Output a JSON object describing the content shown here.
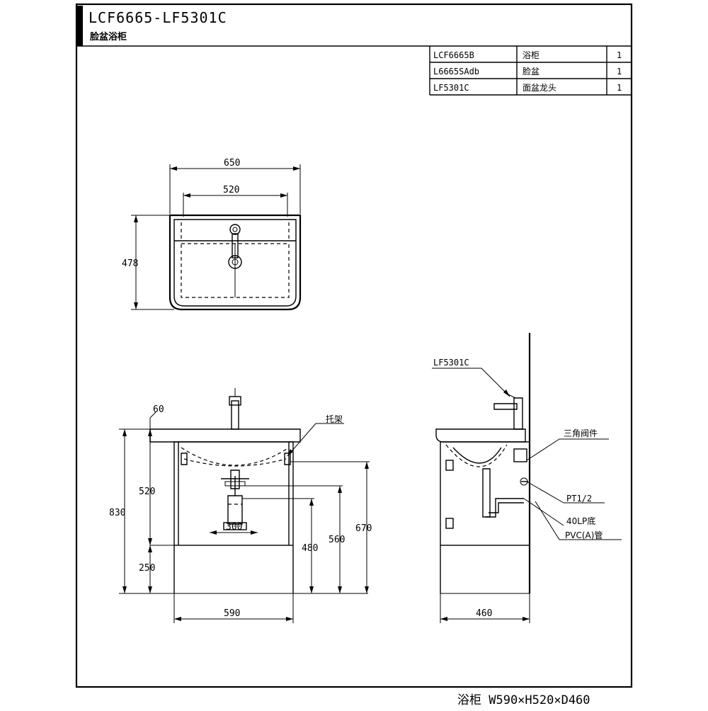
{
  "title_block": {
    "model": "LCF6665-LF5301C",
    "subtitle": "脸盆浴柜"
  },
  "parts_table": {
    "rows": [
      {
        "code": "LCF6665B",
        "name": "浴柜",
        "qty": "1"
      },
      {
        "code": "L6665SAdb",
        "name": "脸盆",
        "qty": "1"
      },
      {
        "code": "LF5301C",
        "name": "面盆龙头",
        "qty": "1"
      }
    ]
  },
  "plan_view": {
    "dim_width_outer": "650",
    "dim_width_inner": "520",
    "dim_depth": "478"
  },
  "front_view": {
    "dim_top_offset": "60",
    "dim_cabinet_height": "520",
    "dim_total_height": "830",
    "dim_floor_gap": "250",
    "dim_drain_height": "480",
    "dim_supply_height": "560",
    "dim_tap_height": "670",
    "dim_width": "590",
    "dim_drain_label": "300",
    "label_bracket": "托架"
  },
  "side_view": {
    "faucet_callout": "LF5301C",
    "label_valve": "三角阀件",
    "label_pipe_thread": "PT1/2",
    "label_drain": "40LP底",
    "label_pvc": "PVC(A)管",
    "dim_depth": "460"
  },
  "footer": {
    "spec": "浴柜 W590×H520×D460"
  }
}
